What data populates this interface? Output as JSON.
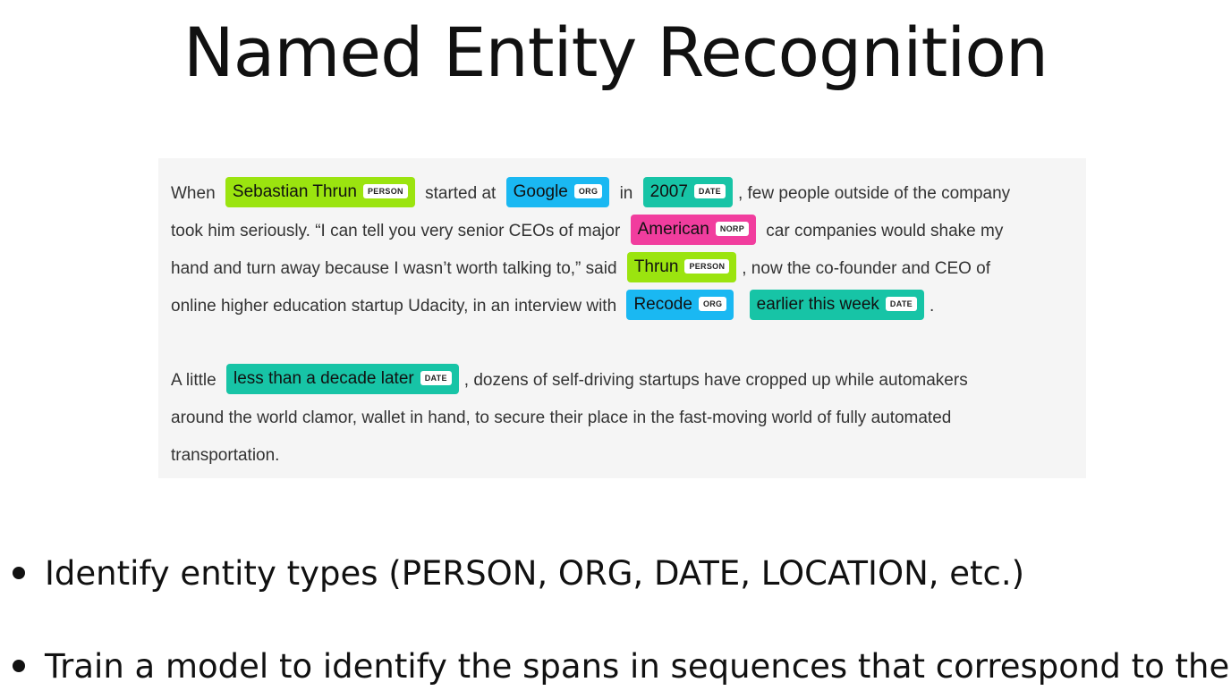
{
  "title": "Named Entity Recognition",
  "colors": {
    "PERSON": "#9be40f",
    "ORG": "#1ab8f2",
    "DATE": "#17c4a6",
    "NORP": "#f13d9e",
    "panel_bg": "#f5f5f5"
  },
  "passage": {
    "para1": {
      "l1": {
        "t1": "When",
        "e1": "Sebastian Thrun",
        "e1_label": "PERSON",
        "t2": "started at",
        "e2": "Google",
        "e2_label": "ORG",
        "t3": "in",
        "e3": "2007",
        "e3_label": "DATE",
        "t4": ", few people outside of the company"
      },
      "l2": {
        "t1": "took him seriously. “I can tell you very senior CEOs of major",
        "e1": "American",
        "e1_label": "NORP",
        "t2": "car companies would shake my"
      },
      "l3": {
        "t1": "hand and turn away because I wasn’t worth talking to,” said",
        "e1": "Thrun",
        "e1_label": "PERSON",
        "t2": ", now the co-founder and CEO of"
      },
      "l4": {
        "t1": "online higher education startup Udacity, in an interview with",
        "e1": "Recode",
        "e1_label": "ORG",
        "e2": "earlier this week",
        "e2_label": "DATE",
        "t2": "."
      }
    },
    "para2": {
      "l1": {
        "t1": "A little",
        "e1": "less than a decade later",
        "e1_label": "DATE",
        "t2": ", dozens of self-driving startups have cropped up while automakers"
      },
      "l2": {
        "t1": "around the world clamor, wallet in hand, to secure their place in the fast-moving world of fully automated"
      },
      "l3": {
        "t1": "transportation."
      }
    }
  },
  "bullets": [
    "Identify entity types (PERSON, ORG, DATE, LOCATION, etc.)",
    "Train a model to identify the spans in sequences that correspond to them"
  ]
}
